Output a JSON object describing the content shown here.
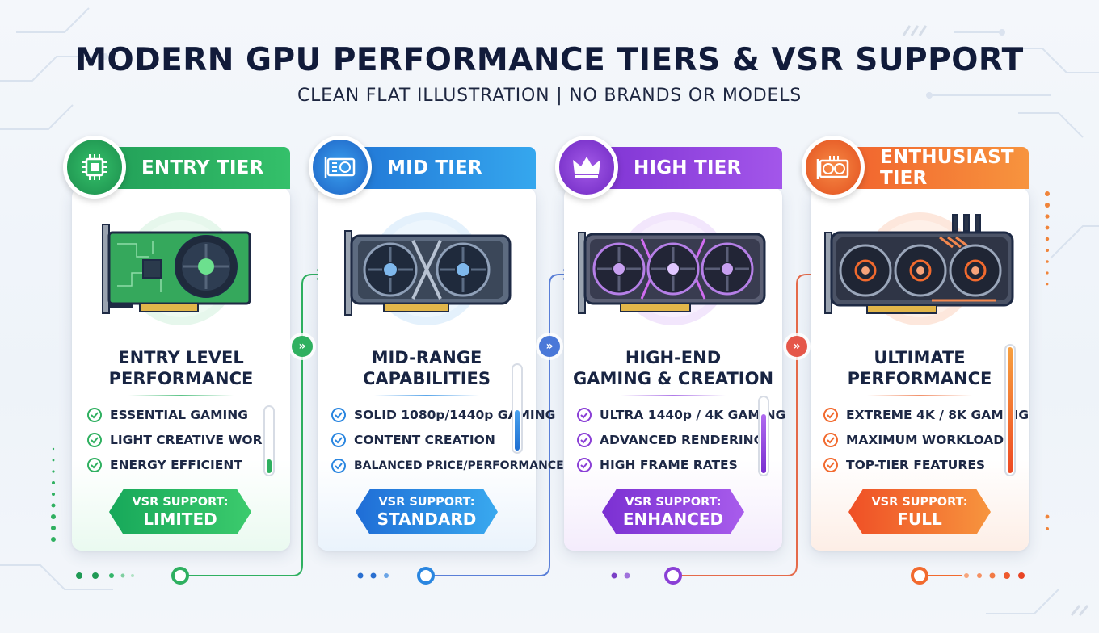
{
  "header": {
    "title": "MODERN GPU PERFORMANCE TIERS & VSR SUPPORT",
    "subtitle": "CLEAN FLAT ILLUSTRATION | NO BRANDS OR MODELS"
  },
  "tiers": [
    {
      "name": "ENTRY TIER",
      "icon": "chip-icon",
      "heading": [
        "ENTRY LEVEL",
        "PERFORMANCE"
      ],
      "features": [
        "ESSENTIAL GAMING",
        "LIGHT CREATIVE WORK",
        "ENERGY EFFICIENT"
      ],
      "meter_level": 0.25,
      "vsr_label": "VSR SUPPORT:",
      "vsr_value": "LIMITED",
      "color": "#22b45a"
    },
    {
      "name": "MID TIER",
      "icon": "graphics-card-icon",
      "heading": [
        "MID-RANGE",
        "CAPABILITIES"
      ],
      "features": [
        "SOLID 1080p/1440p GAMING",
        "CONTENT CREATION",
        "BALANCED PRICE/PERFORMANCE"
      ],
      "meter_level": 0.5,
      "vsr_label": "VSR SUPPORT:",
      "vsr_value": "STANDARD",
      "color": "#2a86e0"
    },
    {
      "name": "HIGH TIER",
      "icon": "crown-icon",
      "heading": [
        "HIGH-END",
        "GAMING & CREATION"
      ],
      "features": [
        "ULTRA 1440p / 4K GAMING",
        "ADVANCED RENDERING",
        "HIGH FRAME RATES"
      ],
      "meter_level": 0.8,
      "vsr_label": "VSR SUPPORT:",
      "vsr_value": "ENHANCED",
      "color": "#8a3fd6"
    },
    {
      "name": "ENTHUSIAST TIER",
      "icon": "dual-fan-card-icon",
      "heading": [
        "ULTIMATE",
        "PERFORMANCE"
      ],
      "features": [
        "EXTREME 4K / 8K GAMING",
        "MAXIMUM WORKLOADS",
        "TOP-TIER FEATURES"
      ],
      "meter_level": 1.0,
      "vsr_label": "VSR SUPPORT:",
      "vsr_value": "FULL",
      "color": "#f26a2e"
    }
  ],
  "theme": {
    "green": "#22b45a",
    "blue": "#2a86e0",
    "purple": "#8a3fd6",
    "orange": "#f26a2e",
    "title_color": "#111b3a"
  }
}
